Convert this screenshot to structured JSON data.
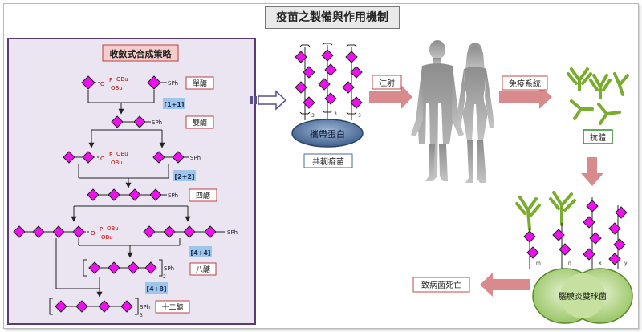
{
  "title": "疫苗之製備與作用機制",
  "synthesis": {
    "heading": "收斂式合成策略",
    "sph": "SPh",
    "phosphate": {
      "p": "P",
      "o": "O",
      "obu1": "OBu",
      "obu2": "OBu"
    },
    "steps": [
      "[1+1]",
      "[2+2]",
      "[4+4]",
      "[4+8]"
    ],
    "labels": [
      "單醣",
      "雙醣",
      "四醣",
      "八醣",
      "十二醣"
    ],
    "subscript_2": "2",
    "subscript_3": "3"
  },
  "vaccine": {
    "carrier_protein": "攜帶蛋白",
    "conjugate_vaccine": "共軛疫苗",
    "chain_subscript": "3"
  },
  "flow": {
    "injection": "注射",
    "immune_system": "免疫系統",
    "antibody": "抗體",
    "pathogen_death": "致病菌死亡",
    "bacterium": "腦膜炎雙球菌"
  },
  "bacterium_chain_labels": [
    "m",
    "n",
    "x",
    "y"
  ],
  "colors": {
    "sugar": "#ee11ee",
    "panel": "#ebe4f1",
    "panel_border": "#5b3b73",
    "arrow": "#d98a8c",
    "step_box": "#9ec6ea",
    "antibody": "#79ad2e",
    "bacterium": "#a9cf78",
    "protein": "#4a6b96"
  }
}
